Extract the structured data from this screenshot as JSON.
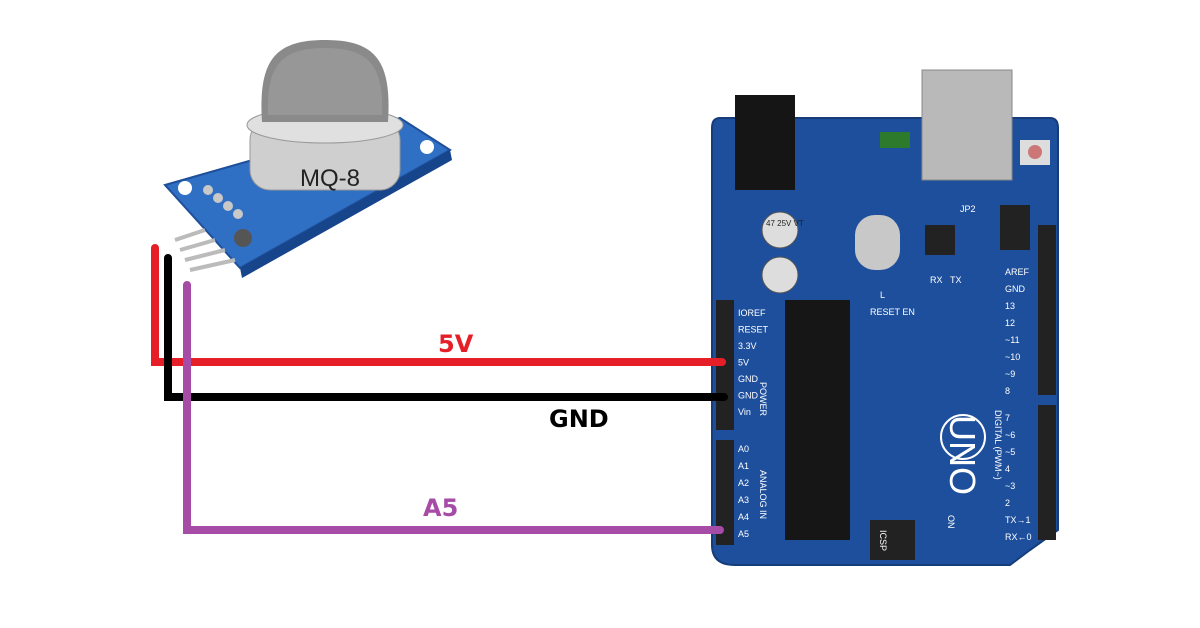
{
  "colors": {
    "wire_5v": "#e61e28",
    "wire_gnd": "#000000",
    "wire_a5": "#a64ca6",
    "board": "#1e4f9c",
    "sensor_board": "#2f6fc4"
  },
  "sensor": {
    "label": "MQ-8"
  },
  "wires": {
    "vcc_label": "5V",
    "gnd_label": "GND",
    "analog_label": "A5"
  },
  "arduino": {
    "logo": "UNO",
    "power_header": [
      "IOREF",
      "RESET",
      "3.3V",
      "5V",
      "GND",
      "GND",
      "Vin"
    ],
    "power_title": "POWER",
    "analog_header": [
      "A0",
      "A1",
      "A2",
      "A3",
      "A4",
      "A5"
    ],
    "analog_title": "ANALOG IN",
    "digital_header": [
      "AREF",
      "GND",
      "13",
      "12",
      "~11",
      "~10",
      "~9",
      "8",
      "7",
      "~6",
      "~5",
      "4",
      "~3",
      "2",
      "TX→1",
      "RX←0"
    ],
    "digital_title": "DIGITAL (PWM~)",
    "capacitor_label": "47 25V VT",
    "misc": {
      "jp2": "JP2",
      "icsp": "ICSP",
      "rx": "RX",
      "tx": "TX",
      "reset_en": "RESET EN",
      "on": "ON",
      "l": "L"
    }
  }
}
